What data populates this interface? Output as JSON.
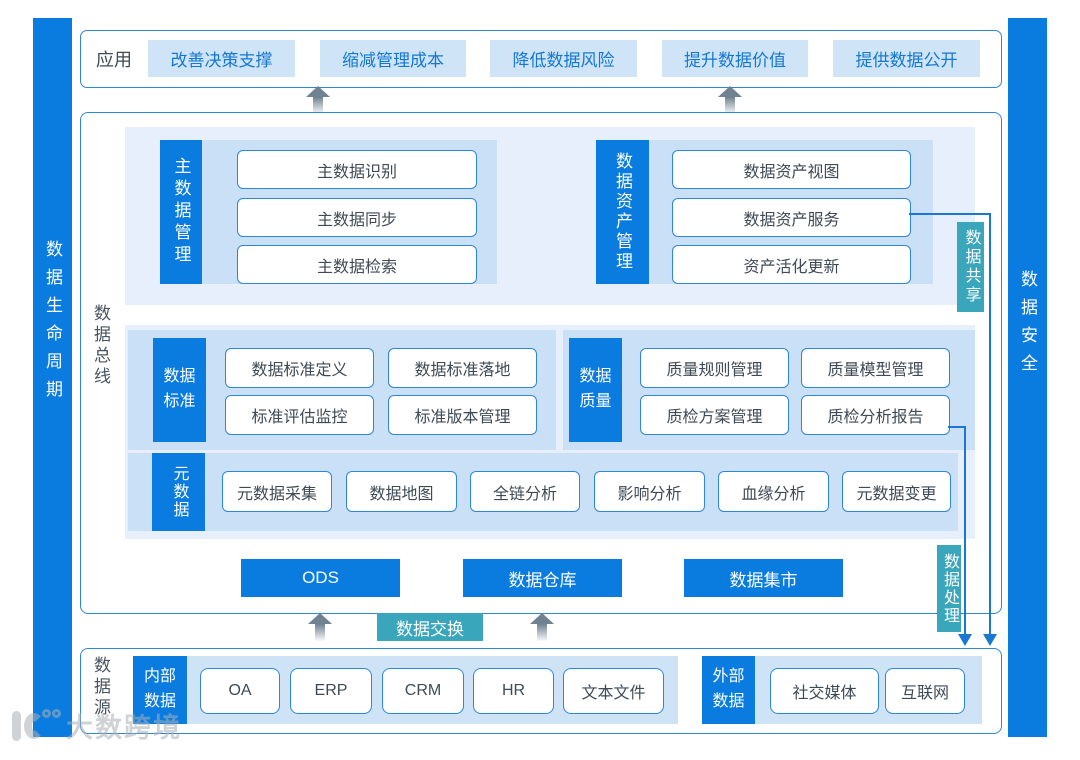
{
  "sidebars": {
    "left": "数据生命周期",
    "right": "数据安全"
  },
  "application": {
    "label": "应用",
    "items": [
      "改善决策支撑",
      "缩减管理成本",
      "降低数据风险",
      "提升数据价值",
      "提供数据公开"
    ]
  },
  "bus": {
    "label": "数据总线",
    "master": {
      "label": "主数据管理",
      "items": [
        "主数据识别",
        "主数据同步",
        "主数据检索"
      ]
    },
    "asset": {
      "label": "数据资产管理",
      "items": [
        "数据资产视图",
        "数据资产服务",
        "资产活化更新"
      ]
    },
    "standard": {
      "label": "数据标准",
      "items": [
        "数据标准定义",
        "数据标准落地",
        "标准评估监控",
        "标准版本管理"
      ]
    },
    "quality": {
      "label": "数据质量",
      "items": [
        "质量规则管理",
        "质量模型管理",
        "质检方案管理",
        "质检分析报告"
      ]
    },
    "meta": {
      "label": "元数据",
      "items": [
        "元数据采集",
        "数据地图",
        "全链分析",
        "影响分析",
        "血缘分析",
        "元数据变更"
      ]
    },
    "storage": [
      "ODS",
      "数据仓库",
      "数据集市"
    ]
  },
  "tags": {
    "sharing": "数据共享",
    "processing": "数据处理",
    "exchange": "数据交换"
  },
  "source": {
    "label": "数据源",
    "internal": {
      "label": "内部数据",
      "items": [
        "OA",
        "ERP",
        "CRM",
        "HR",
        "文本文件"
      ]
    },
    "external": {
      "label": "外部数据",
      "items": [
        "社交媒体",
        "互联网"
      ]
    }
  },
  "watermark": {
    "text": "大数跨境"
  },
  "colors": {
    "primary_blue": "#0a7ce0",
    "border_blue": "#2e86d9",
    "teal": "#3aa6bc",
    "panel_light": "#e6effb",
    "panel_medium": "#c9e0f6",
    "button_bg": "#cfe5f7",
    "button_text": "#1577d4",
    "text_gray": "#3f4a54"
  }
}
